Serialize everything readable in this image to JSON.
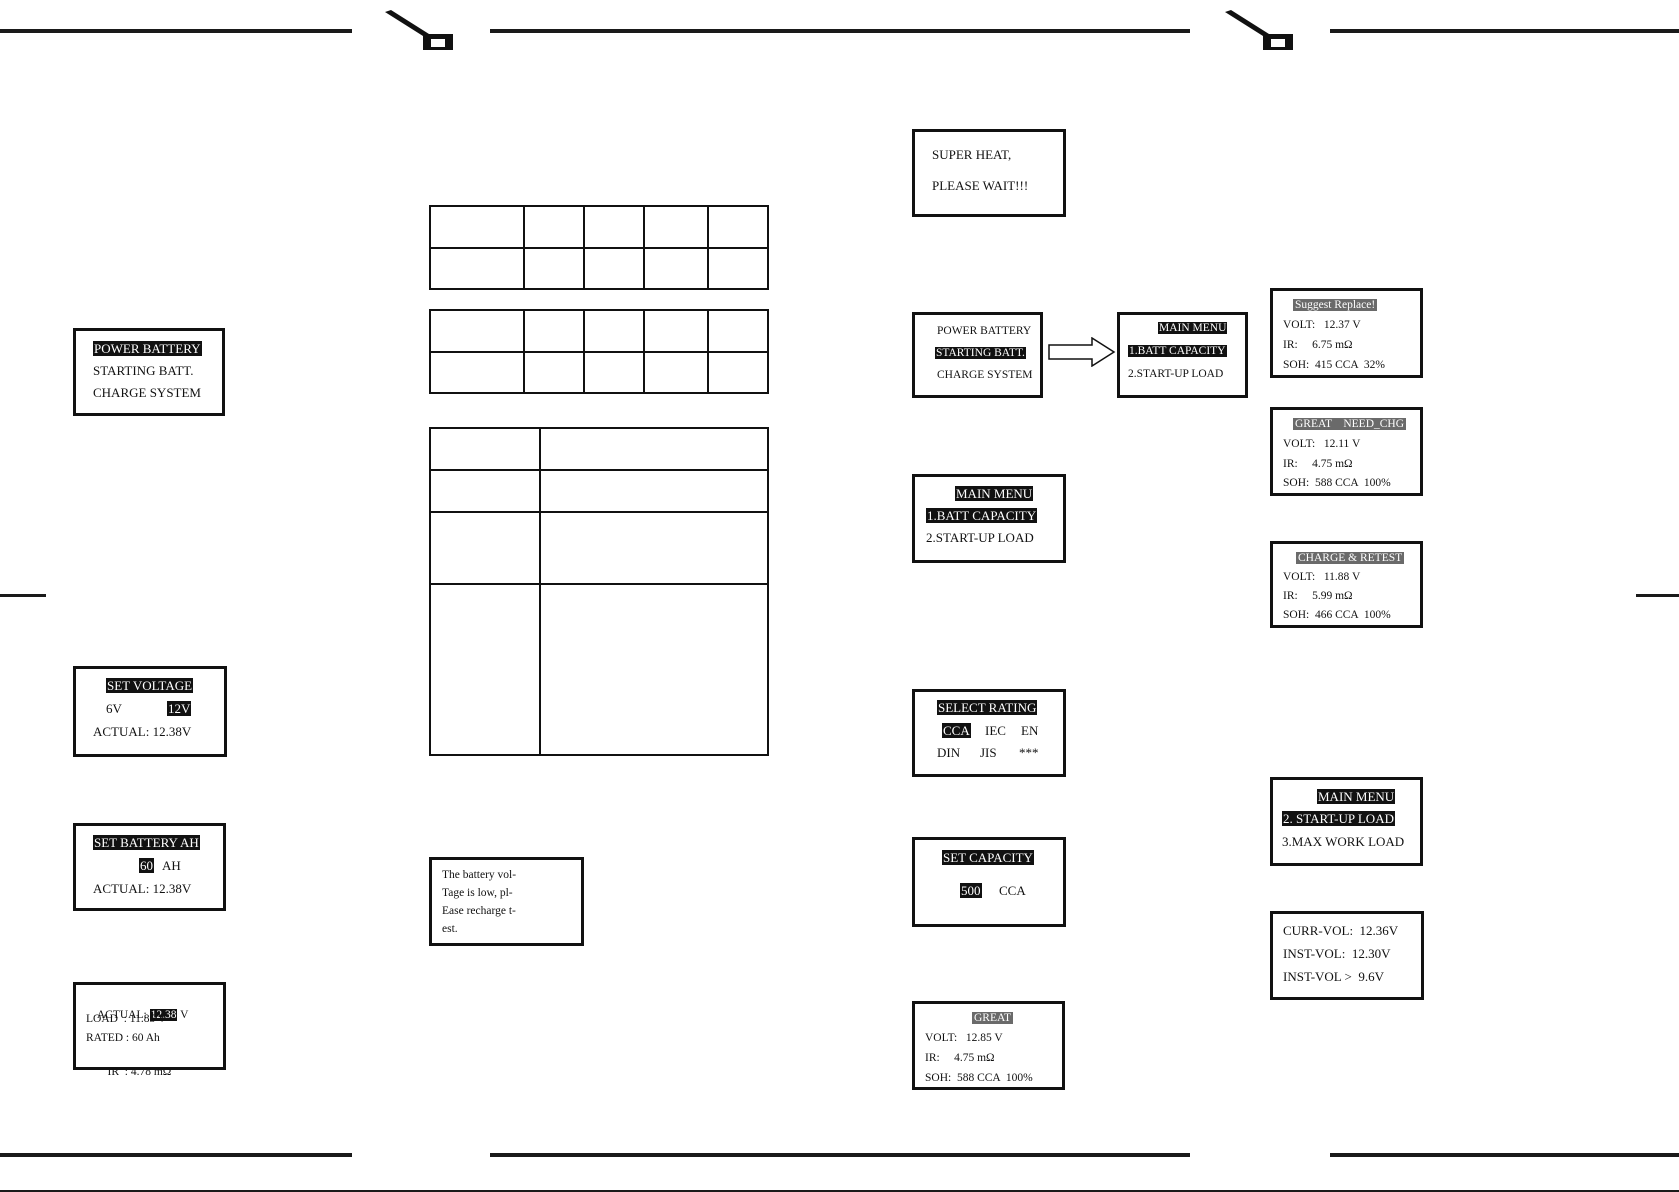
{
  "logo": {
    "icon": "brand-logo-icon"
  },
  "screens": {
    "battery_type": {
      "lines": [
        "POWER BATTERY",
        "STARTING BATT.",
        "CHARGE SYSTEM"
      ]
    },
    "set_voltage": {
      "title": "SET VOLTAGE",
      "opt1": "6V",
      "opt2": "12V",
      "actual": "ACTUAL: 12.38V"
    },
    "set_ah": {
      "title": "SET BATTERY AH",
      "value": "60",
      "unit": "AH",
      "actual": "ACTUAL: 12.38V"
    },
    "power_result": {
      "actual_label": "ACTUAL:",
      "actual_val": "12.38",
      "actual_unit": "V",
      "load": "LOAD  : 11.85 V",
      "rated": "RATED : 60 Ah",
      "ir_label": "IR  :",
      "ir_val": "4.78 mΩ"
    },
    "low_voltage": {
      "lines": [
        "The battery vol-",
        "Tage is low, pl-",
        "Ease recharge t-",
        "est."
      ]
    },
    "super_heat": {
      "lines": [
        "SUPER HEAT,",
        "PLEASE WAIT!!!"
      ]
    },
    "battery_type_2": {
      "lines": [
        "POWER BATTERY",
        "STARTING BATT.",
        "CHARGE SYSTEM"
      ]
    },
    "main_menu_a": {
      "title": "MAIN MENU",
      "item1": "1.BATT CAPACITY",
      "item2": "2.START-UP LOAD"
    },
    "main_menu_b": {
      "title": "MAIN MENU",
      "item1": "1.BATT CAPACITY",
      "item2": "2.START-UP LOAD"
    },
    "select_rating": {
      "title": "SELECT RATING",
      "row1": [
        "CCA",
        "IEC",
        "EN"
      ],
      "row2": [
        "DIN",
        "JIS",
        "***"
      ]
    },
    "set_capacity": {
      "title": "SET CAPACITY",
      "value": "500",
      "unit": "CCA"
    },
    "result_great": {
      "status": "GREAT",
      "volt": "VOLT:   12.85 V",
      "ir": "IR:     4.75 mΩ",
      "soh": "SOH:  588 CCA  100%"
    },
    "result_replace": {
      "status": "Suggest Replace!",
      "volt": "VOLT:   12.37 V",
      "ir": "IR:     6.75 mΩ",
      "soh": "SOH:  415 CCA  32%"
    },
    "result_need_chg": {
      "status": "GREAT    NEED_CHG",
      "volt": "VOLT:   12.11 V",
      "ir": "IR:     4.75 mΩ",
      "soh": "SOH:  588 CCA  100%"
    },
    "result_retest": {
      "status": "CHARGE & RETEST",
      "volt": "VOLT:   11.88 V",
      "ir": "IR:     5.99 mΩ",
      "soh": "SOH:  466 CCA  100%"
    },
    "main_menu_startup": {
      "title": "MAIN MENU",
      "item2": "2. START-UP LOAD",
      "item3": "3.MAX WORK LOAD"
    },
    "startup_result": {
      "curr": "CURR-VOL:  12.36V",
      "inst": "INST-VOL:  12.30V",
      "min": "INST-VOL >  9.6V"
    }
  }
}
